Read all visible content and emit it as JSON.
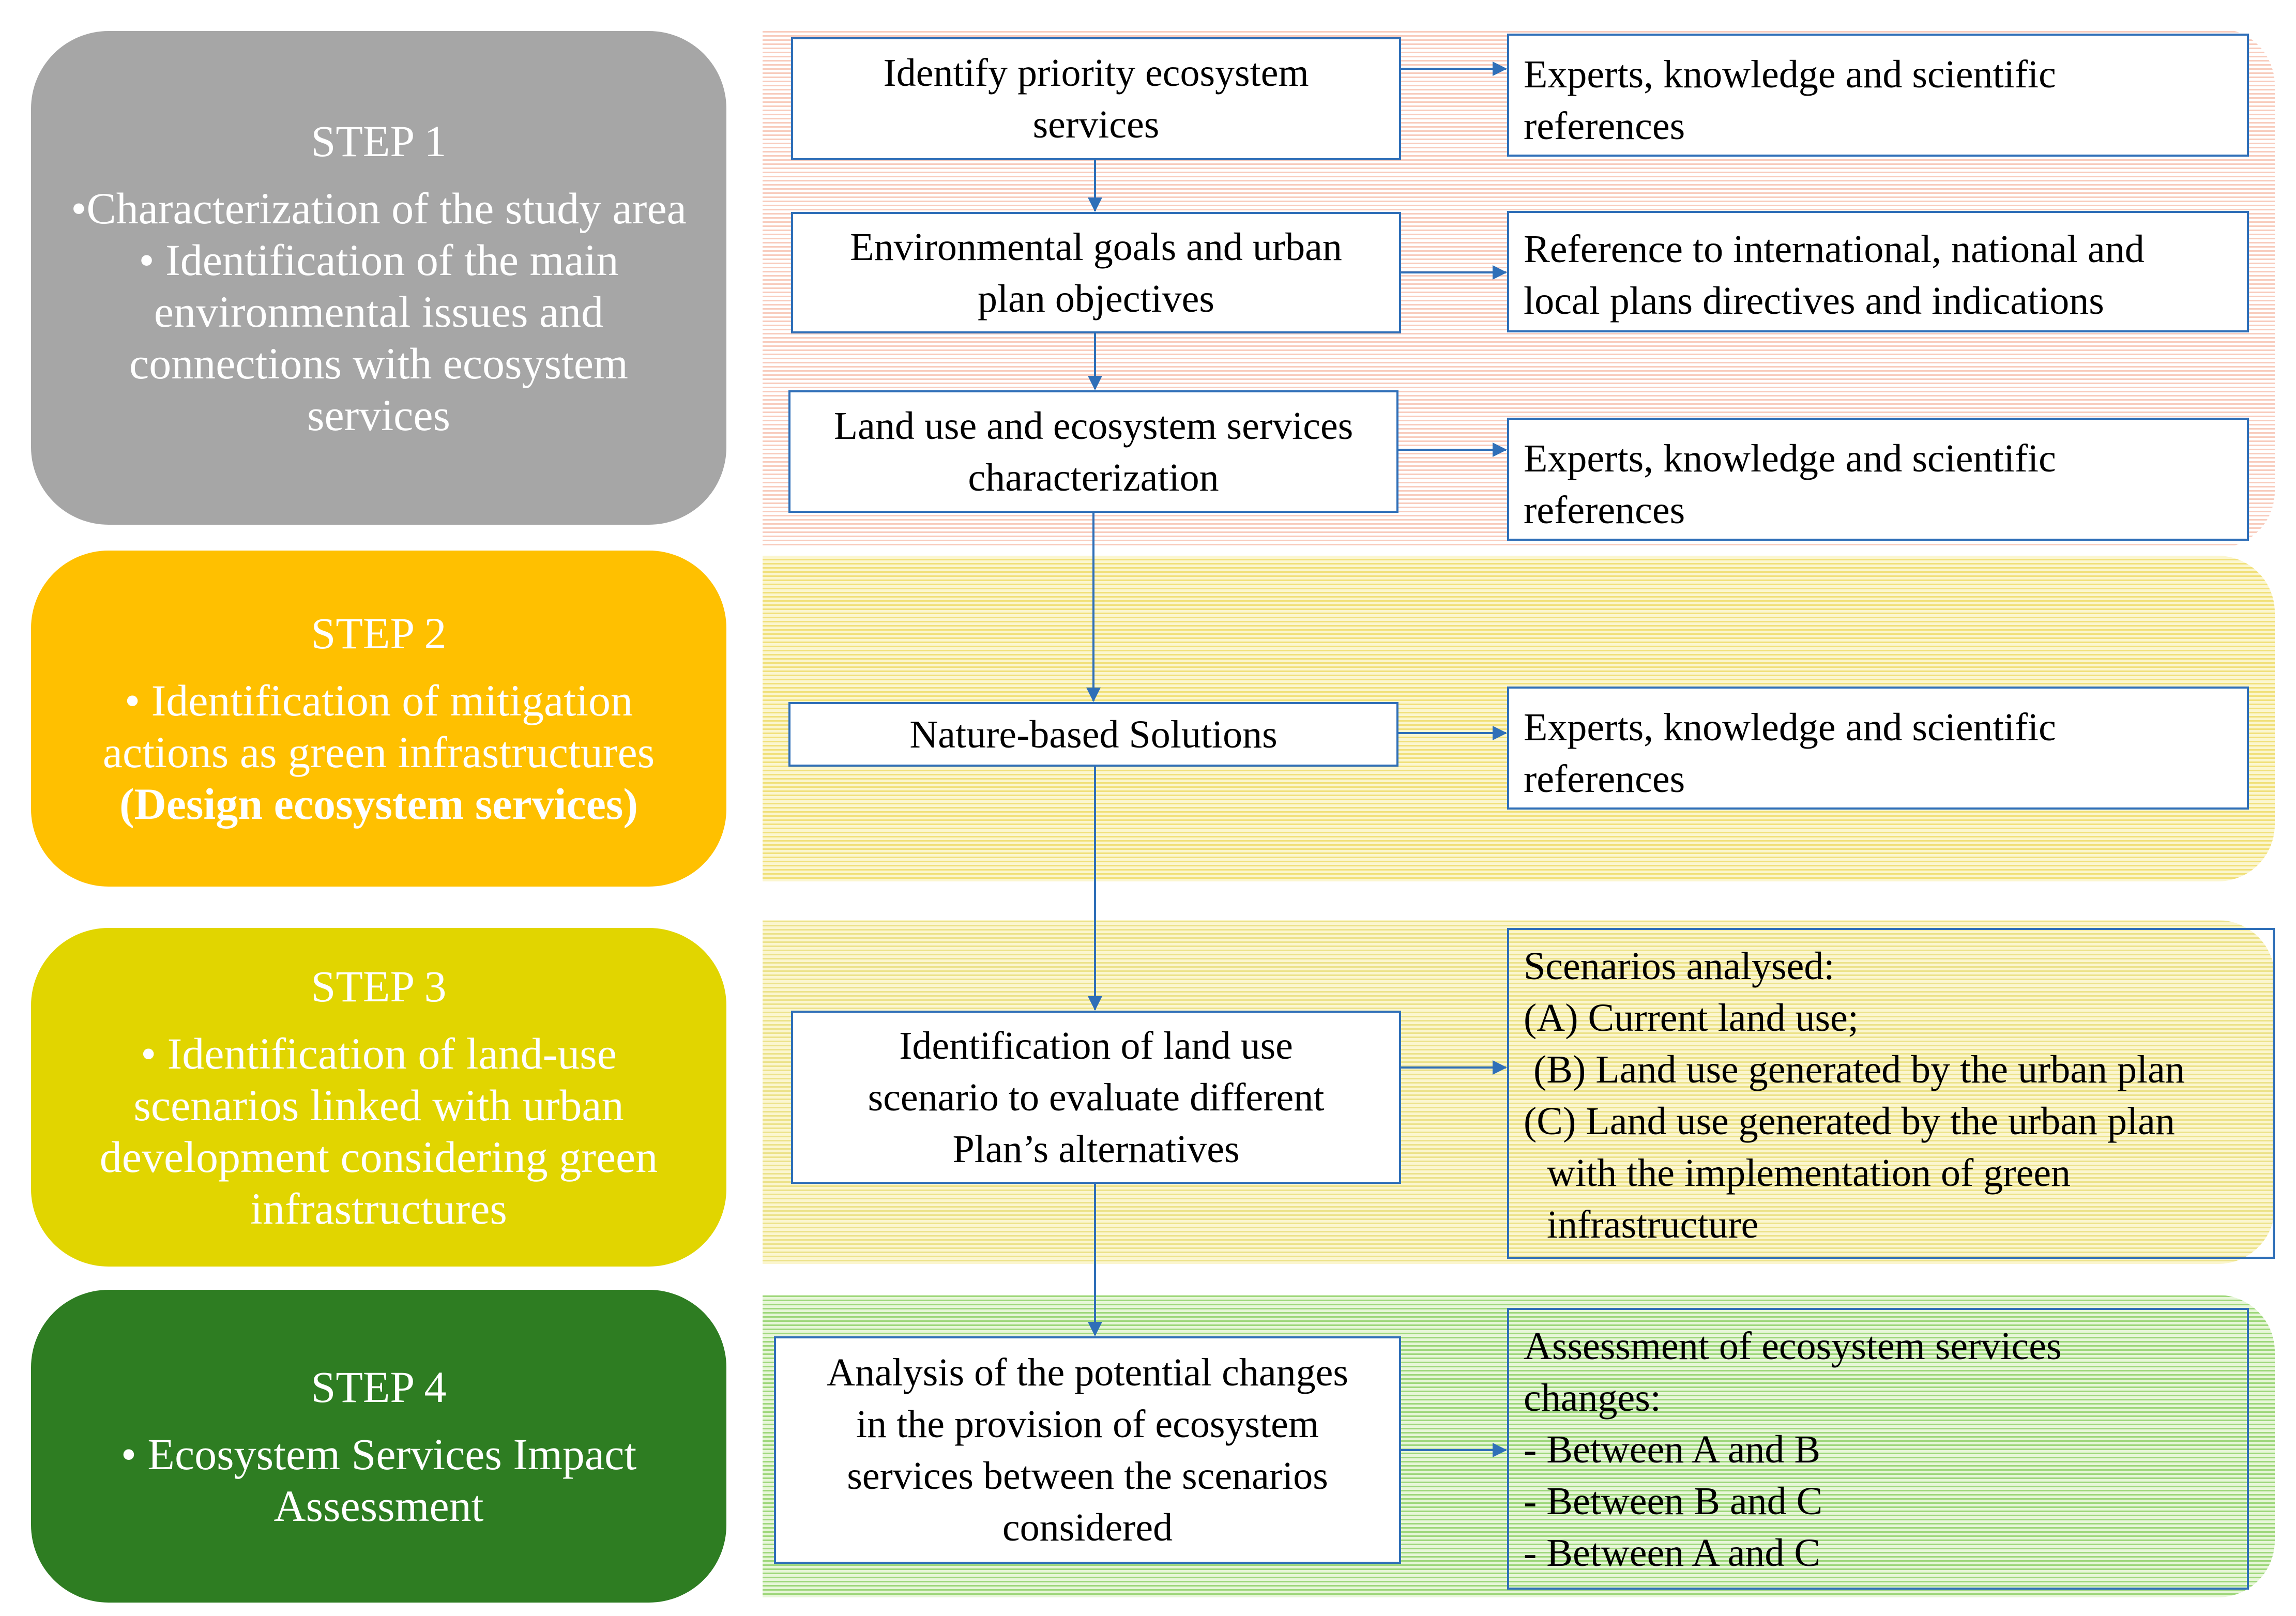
{
  "steps": [
    {
      "title": "STEP 1",
      "lines": [
        "•Characterization of the study area",
        "• Identification of the main",
        "environmental issues and",
        "connections with ecosystem",
        "services"
      ],
      "color": "#a6a6a6"
    },
    {
      "title": "STEP 2",
      "lines": [
        "• Identification of mitigation",
        "actions as green infrastructures"
      ],
      "bold_line": "(Design ecosystem services)",
      "color": "#ffc000"
    },
    {
      "title": "STEP 3",
      "lines": [
        "• Identification of land-use",
        "scenarios linked with urban",
        "development considering green",
        "infrastructures"
      ],
      "color": "#e1d500"
    },
    {
      "title": "STEP 4",
      "lines": [
        "• Ecosystem Services Impact",
        "Assessment"
      ],
      "color": "#2e7d22"
    }
  ],
  "process": [
    [
      "Identify priority ecosystem",
      "services"
    ],
    [
      "Environmental goals and urban",
      "plan objectives"
    ],
    [
      "Land use and ecosystem services",
      "characterization"
    ],
    [
      "Nature-based Solutions"
    ],
    [
      "Identification of land use",
      "scenario to evaluate different",
      "Plan’s alternatives"
    ],
    [
      "Analysis of the potential changes",
      "in the provision of ecosystem",
      "services between the scenarios",
      "considered"
    ]
  ],
  "references": [
    [
      "Experts, knowledge and scientific",
      "references"
    ],
    [
      "Reference to international, national and",
      "local plans directives and indications"
    ],
    [
      "Experts, knowledge and scientific",
      "references"
    ],
    [
      "Experts, knowledge and scientific",
      "references"
    ],
    [
      "Scenarios analysed:",
      "(A) Current land use;",
      " (B) Land use generated by the urban plan",
      "(C) Land use generated by the urban plan",
      "with the implementation of green",
      "infrastructure"
    ],
    [
      "Assessment of ecosystem services",
      "changes:",
      "- Between A and B",
      "- Between B and C",
      "- Between A and C"
    ]
  ],
  "colors": {
    "box_border": "#2f6fb8",
    "arrow": "#2f6fb8"
  }
}
